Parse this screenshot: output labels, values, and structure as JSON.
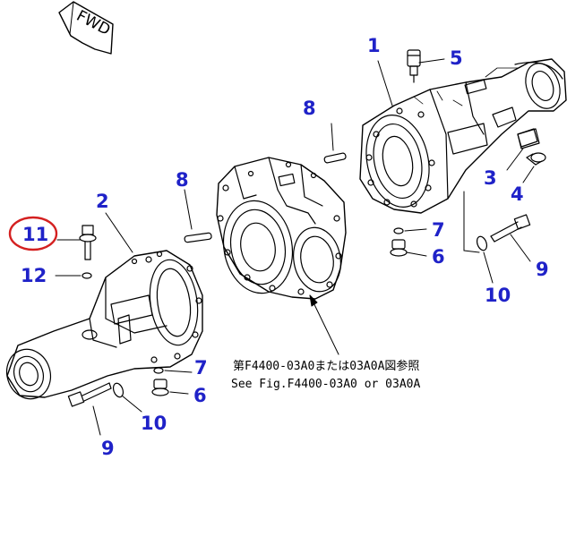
{
  "direction_tag": {
    "label": "FWD"
  },
  "reference_note": {
    "line_ja": "第F4400-03A0または03A0A図参照",
    "line_en": "See Fig.F4400-03A0 or 03A0A"
  },
  "callouts": {
    "c1": "1",
    "c2": "2",
    "c3": "3",
    "c4": "4",
    "c5": "5",
    "c6a": "6",
    "c6b": "6",
    "c7a": "7",
    "c7b": "7",
    "c8a": "8",
    "c8b": "8",
    "c9a": "9",
    "c9b": "9",
    "c10a": "10",
    "c10b": "10",
    "c11": "11",
    "c12": "12"
  },
  "colors": {
    "callout_text": "#1f22c8",
    "line_art": "#000000",
    "highlight_circle": "#d42020",
    "background": "#ffffff"
  }
}
